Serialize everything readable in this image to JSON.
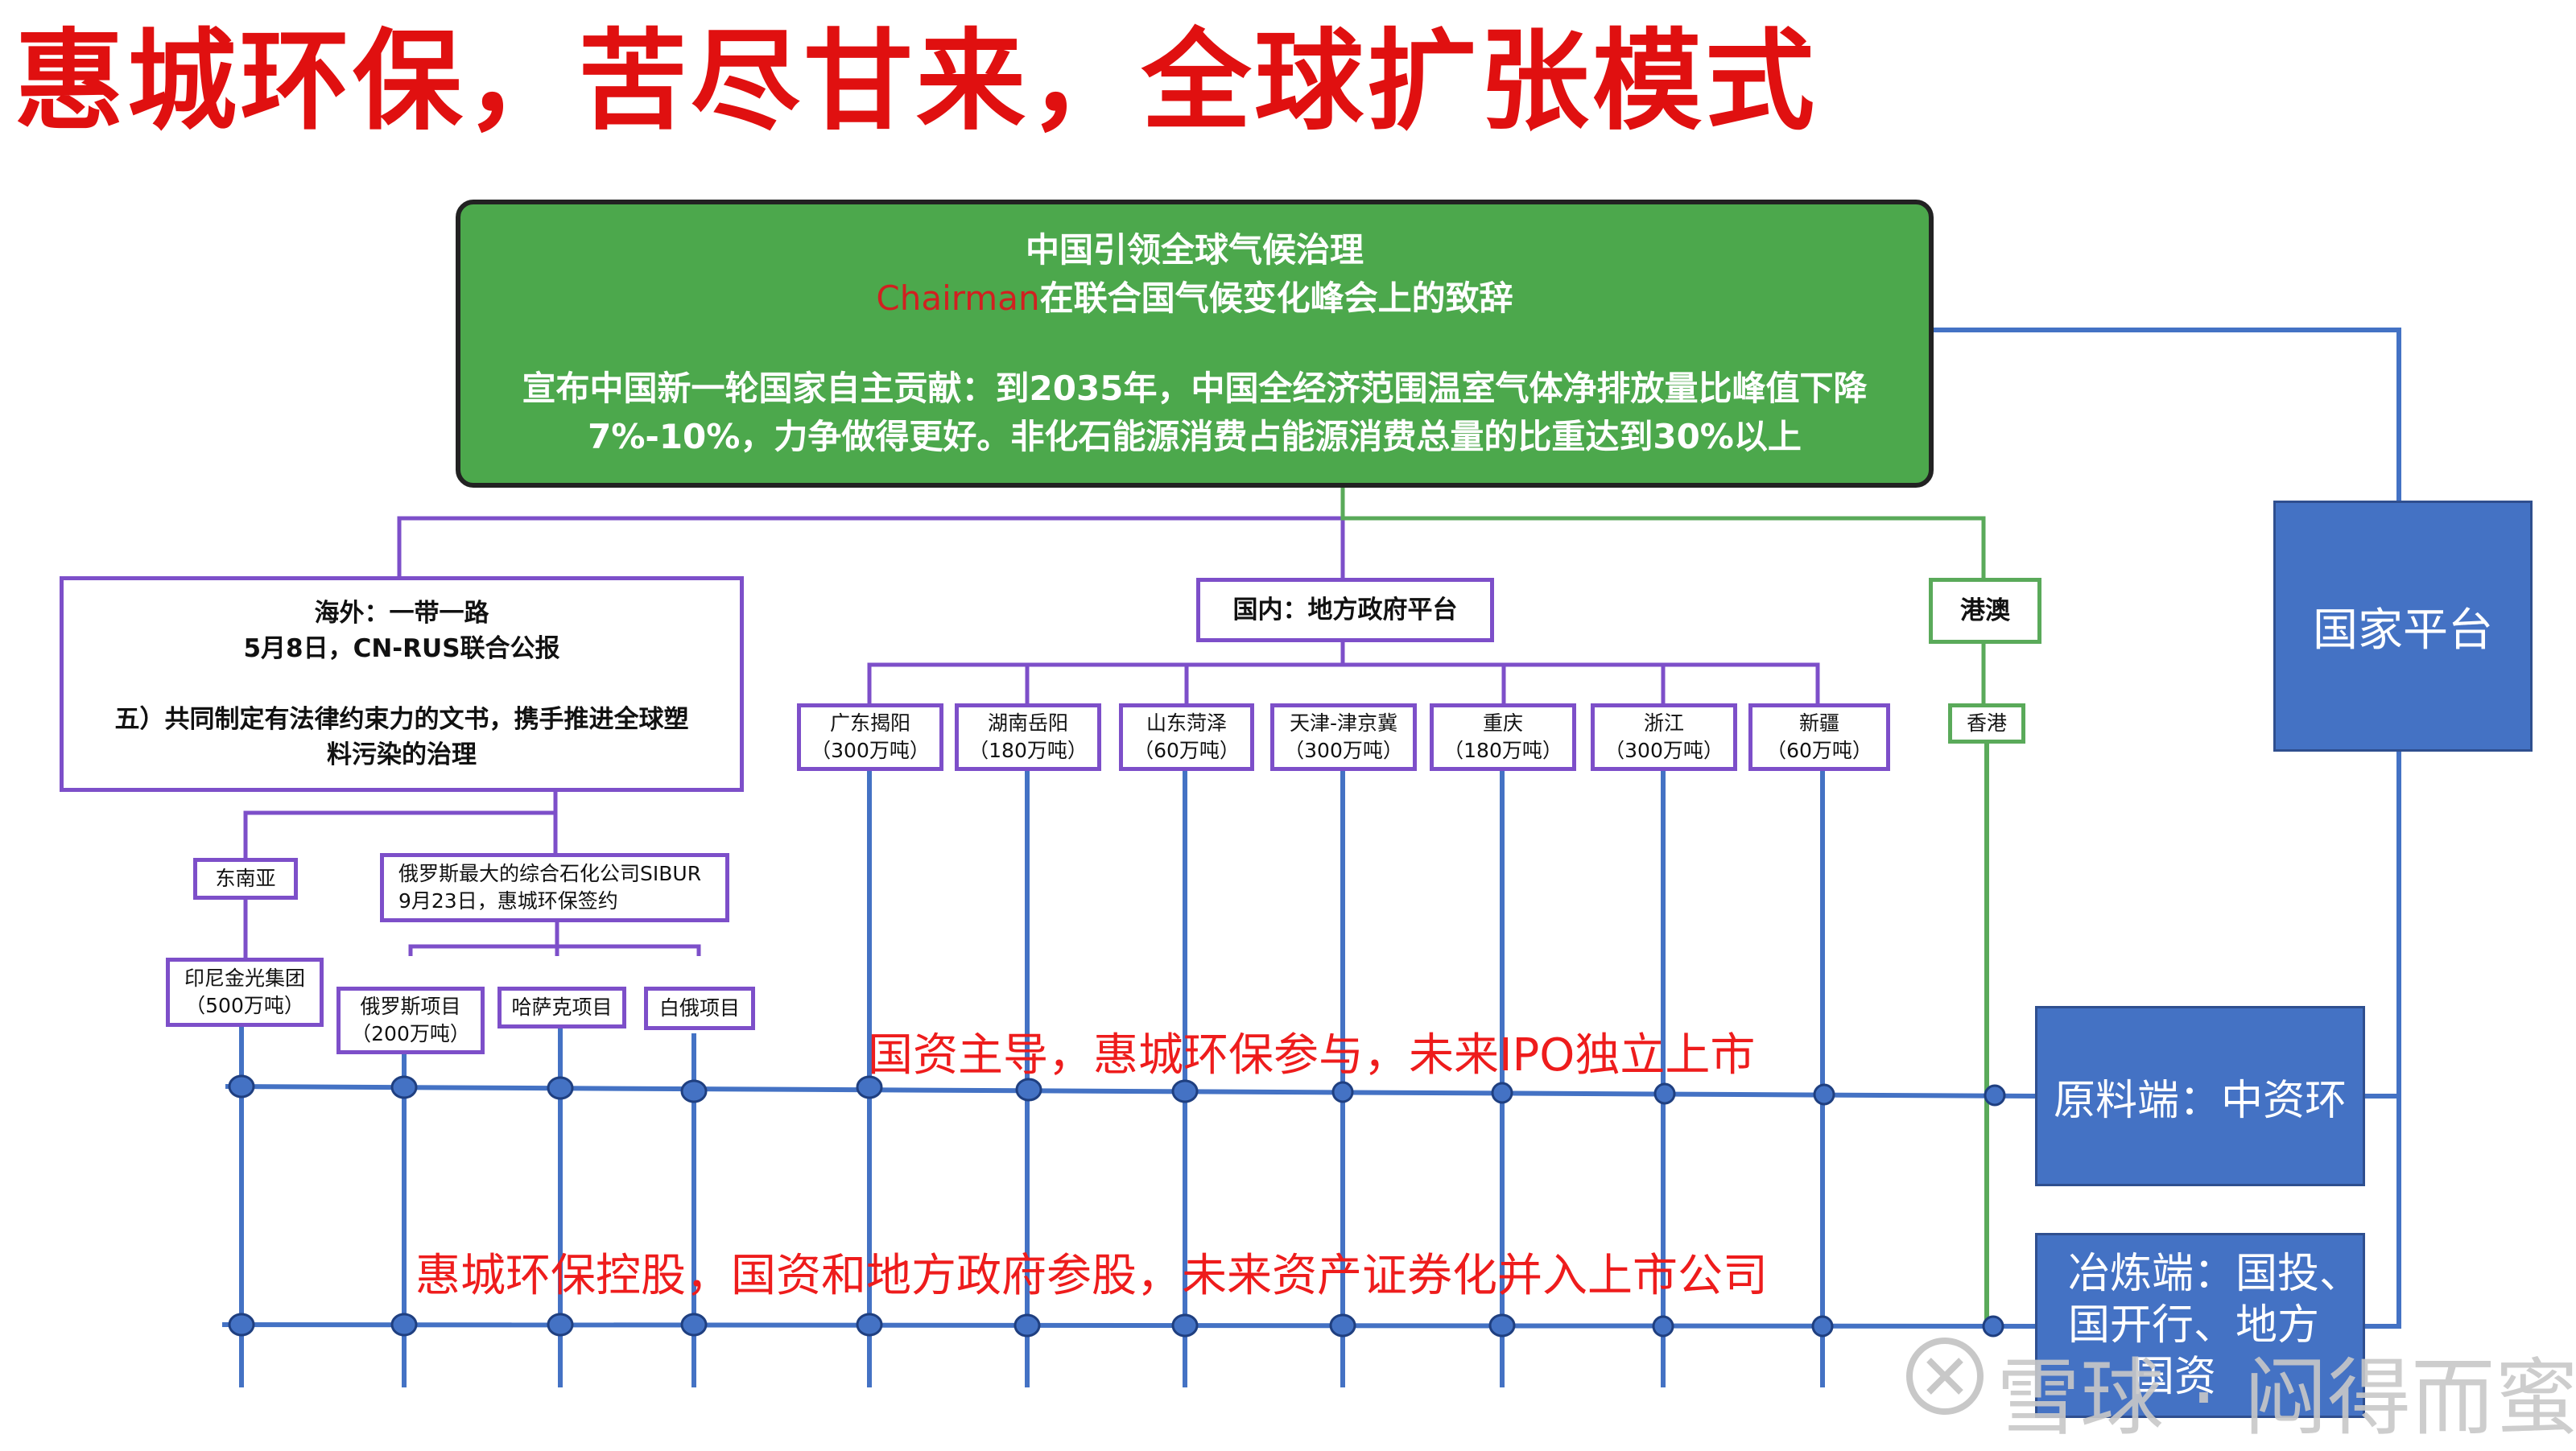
{
  "title": "惠城环保，苦尽甘来，全球扩张模式",
  "top_box": {
    "line1": "中国引领全球气候治理",
    "chairman": "Chairman",
    "line2": "在联合国气候变化峰会上的致辞",
    "line3": "宣布中国新一轮国家自主贡献：到2035年，中国全经济范围温室气体净排放量比峰值下降",
    "line4": "7%-10%，力争做得更好。非化石能源消费占能源消费总量的比重达到30%以上"
  },
  "overseas": {
    "line1": "海外：一带一路",
    "line2": "5月8日，CN-RUS联合公报",
    "line3": "五）共同制定有法律约束力的文书，携手推进全球塑",
    "line4": "料污染的治理"
  },
  "domestic": {
    "label": "国内：地方政府平台"
  },
  "hkmacau": {
    "label": "港澳"
  },
  "hongkong": {
    "label": "香港"
  },
  "national_platform": {
    "label": "国家平台"
  },
  "southeast_asia": {
    "label": "东南亚"
  },
  "sibur": {
    "line1": "俄罗斯最大的综合石化公司SIBUR",
    "line2": "9月23日，惠城环保签约"
  },
  "overseas_projects": [
    {
      "name": "印尼金光集团",
      "cap": "（500万吨）"
    },
    {
      "name": "俄罗斯项目",
      "cap": "（200万吨）"
    },
    {
      "name": "哈萨克项目",
      "cap": ""
    },
    {
      "name": "白俄项目",
      "cap": ""
    }
  ],
  "provinces": [
    {
      "name": "广东揭阳",
      "cap": "（300万吨）"
    },
    {
      "name": "湖南岳阳",
      "cap": "（180万吨）"
    },
    {
      "name": "山东菏泽",
      "cap": "（60万吨）"
    },
    {
      "name": "天津-津京冀",
      "cap": "（300万吨）"
    },
    {
      "name": "重庆",
      "cap": "（180万吨）"
    },
    {
      "name": "浙江",
      "cap": "（300万吨）"
    },
    {
      "name": "新疆",
      "cap": "（60万吨）"
    }
  ],
  "raw_material": {
    "label": "原料端：中资环"
  },
  "smelting": {
    "line1": "冶炼端：国投、",
    "line2": "国开行、地方",
    "line3": "国资"
  },
  "line1_text": "国资主导，惠城环保参与，未来IPO独立上市",
  "line2_text": "惠城环保控股，国资和地方政府参股，未来资产证券化并入上市公司",
  "watermark": "雪球 · 闷得而蜜",
  "colors": {
    "title": "#e01010",
    "green": "#4ca84c",
    "purple": "#7d4fc9",
    "blue": "#4472c4",
    "line": "#4472c4",
    "red": "#ee1c1c"
  }
}
